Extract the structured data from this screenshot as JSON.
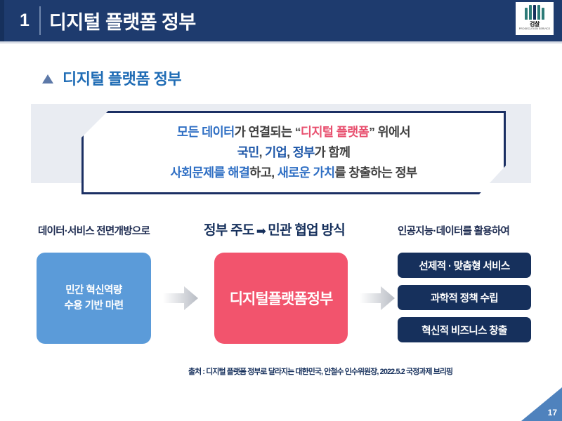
{
  "header": {
    "number": "1",
    "title": "디지털 플랫폼 정부",
    "logo": {
      "name": "검찰",
      "subtitle": "PROSECUTION SERVICE",
      "icon": "prosecution-service-logo"
    }
  },
  "section": {
    "marker_icon": "triangle-up-icon",
    "heading": "디지털 플랫폼 정부"
  },
  "callout": {
    "line1": {
      "part1": "모든 데이터",
      "part2": "가 연결되는 “",
      "part3": "디지털 플랫폼",
      "part4": "” 위에서"
    },
    "line2": {
      "part1": "국민",
      "sep1": ", ",
      "part2": "기업",
      "sep2": ", ",
      "part3": "정부",
      "part4": "가 함께"
    },
    "line3": {
      "part1": "사회문제를 해결",
      "part2": "하고, ",
      "part3": "새로운 가치",
      "part4": "를 창출하는 정부"
    }
  },
  "diagram": {
    "headings": {
      "left": "데이터·서비스 전면개방으로",
      "center_before": "정부 주도",
      "center_arrow": "➡",
      "center_after": "민관 협업 방식",
      "right": "인공지능·데이터를 활용하여"
    },
    "left_box": {
      "line1": "민간 혁신역량",
      "line2": "수용 기반 마련"
    },
    "center_box": {
      "label": "디지털플랫폼정부"
    },
    "right_boxes": [
      {
        "label": "선제적 · 맞춤형 서비스"
      },
      {
        "label": "과학적 정책 수립"
      },
      {
        "label": "혁신적 비즈니스 창출"
      }
    ]
  },
  "source": "출처 : 디지털 플랫폼 정부로 달라지는 대한민국, 안철수 인수위원장, 2022.5.2 국정과제 브리핑",
  "page_number": "17",
  "colors": {
    "header_navy": "#1e3b6e",
    "deep_navy": "#16305c",
    "accent_blue": "#1f6cb5",
    "box_blue": "#5b9bd9",
    "box_red": "#f2546d",
    "band_grey": "#e9ecf2",
    "corner_blue": "#4f82bd"
  }
}
